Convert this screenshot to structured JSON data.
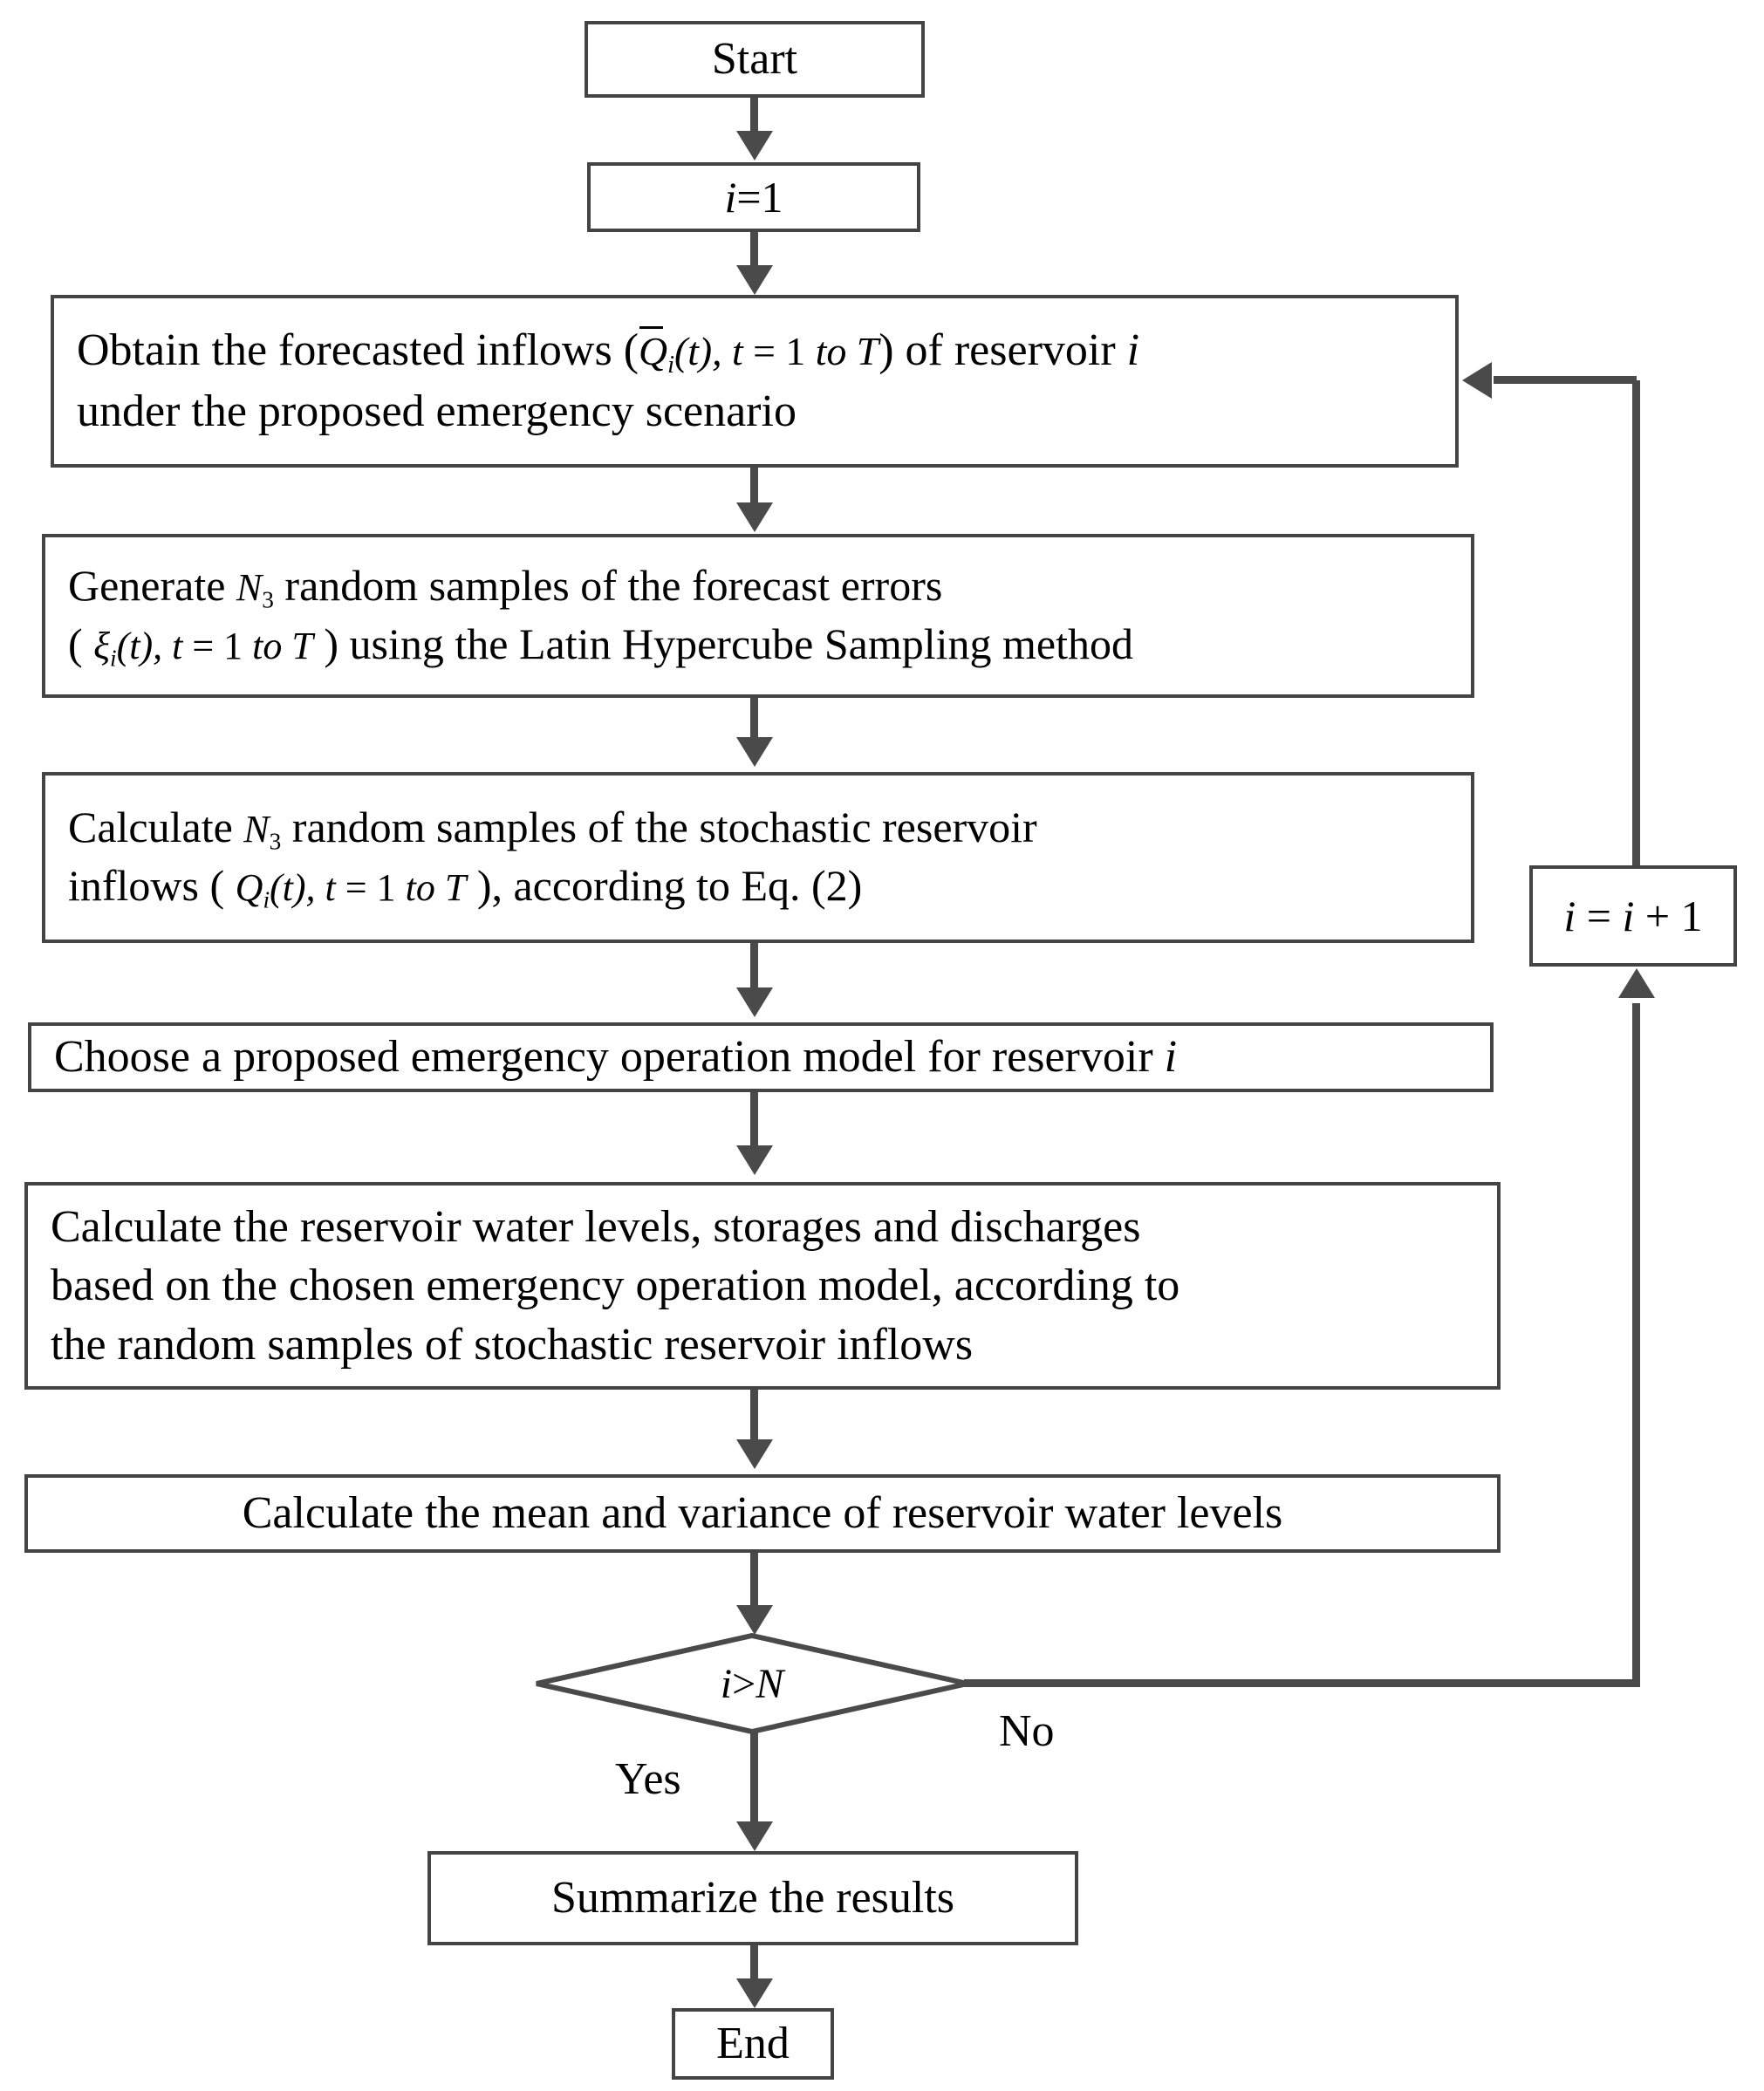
{
  "diagram": {
    "type": "flowchart",
    "title": "Stochastic emergency reservoir operation simulation flowchart",
    "line_color": "#4a4a4a",
    "fill_color": "#ffffff",
    "text_color": "#000000"
  },
  "nodes": {
    "start": {
      "label": "Start",
      "shape": "rectangle"
    },
    "init": {
      "label_prefix": "i",
      "label_eq": "=1",
      "shape": "rectangle"
    },
    "obtain": {
      "line1_a": "Obtain the forecasted inflows (",
      "line1_math_q": "Q",
      "line1_math_sub": "i",
      "line1_math_t": "(t), t",
      "line1_math_eq": " = 1 ",
      "line1_math_to": "to",
      "line1_math_T": " T",
      "line1_b": ") of  reservoir ",
      "line1_c": "i",
      "line2": "under the proposed emergency scenario",
      "shape": "rectangle"
    },
    "generate": {
      "line1_a": "Generate  ",
      "line1_N": "N",
      "line1_Nsub": "3",
      "line1_b": "  random samples of the forecast errors",
      "line2_a": "( ",
      "line2_xi": "ξ",
      "line2_sub": "i",
      "line2_t": "(t), t",
      "line2_eq": " = 1 ",
      "line2_to": "to",
      "line2_T": " T",
      "line2_b": " ) using the Latin Hypercube Sampling method",
      "shape": "rectangle"
    },
    "calc_samples": {
      "line1_a": "Calculate  ",
      "line1_N": "N",
      "line1_Nsub": "3",
      "line1_b": " random samples of the stochastic reservoir",
      "line2_a": "inflows ( ",
      "line2_Q": "Q",
      "line2_sub": "i",
      "line2_t": "(t), t",
      "line2_eq": " = 1 ",
      "line2_to": "to",
      "line2_T": " T",
      "line2_b": " ), according to Eq. (2)",
      "shape": "rectangle"
    },
    "choose": {
      "text_a": "Choose a  proposed emergency operation model for reservoir ",
      "text_i": "i",
      "shape": "rectangle"
    },
    "calc_levels": {
      "line1": "Calculate the reservoir water levels, storages and discharges",
      "line2": "based on the chosen emergency operation model, according to",
      "line3": "the random samples of stochastic reservoir inflows",
      "shape": "rectangle"
    },
    "calc_stats": {
      "text": "Calculate the mean and variance of reservoir water levels",
      "shape": "rectangle"
    },
    "decision": {
      "label_i": "i",
      "label_op": " > ",
      "label_N": "N",
      "shape": "diamond"
    },
    "increment": {
      "label_i1": "i",
      "label_eq": " = ",
      "label_i2": "i",
      "label_plus": " + 1",
      "shape": "rectangle"
    },
    "summarize": {
      "label": "Summarize the results",
      "shape": "rectangle"
    },
    "end": {
      "label": "End",
      "shape": "rectangle"
    }
  },
  "edge_labels": {
    "yes": "Yes",
    "no": "No"
  }
}
